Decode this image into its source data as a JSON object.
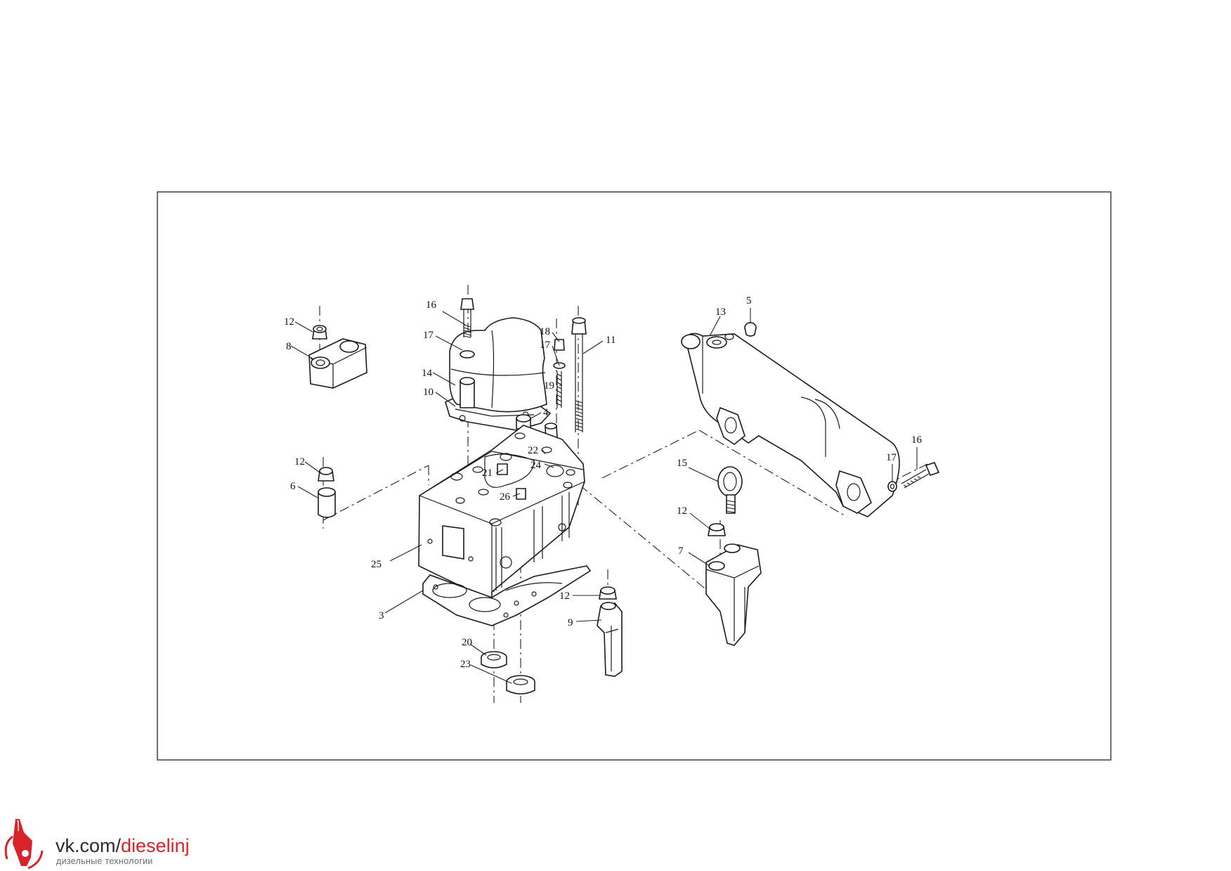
{
  "callouts": [
    {
      "id": "c1",
      "text": "16"
    },
    {
      "id": "c2",
      "text": "17"
    },
    {
      "id": "c3",
      "text": "14"
    },
    {
      "id": "c4",
      "text": "10"
    },
    {
      "id": "c5",
      "text": "18"
    },
    {
      "id": "c6",
      "text": "17"
    },
    {
      "id": "c7",
      "text": "19"
    },
    {
      "id": "c8",
      "text": "11"
    },
    {
      "id": "c9",
      "text": "4"
    },
    {
      "id": "c10",
      "text": "22"
    },
    {
      "id": "c11",
      "text": "24"
    },
    {
      "id": "c12",
      "text": "21"
    },
    {
      "id": "c13",
      "text": "26"
    },
    {
      "id": "c14",
      "text": "12"
    },
    {
      "id": "c15",
      "text": "8"
    },
    {
      "id": "c16",
      "text": "12"
    },
    {
      "id": "c17",
      "text": "6"
    },
    {
      "id": "c18",
      "text": "25"
    },
    {
      "id": "c19",
      "text": "3"
    },
    {
      "id": "c20",
      "text": "20"
    },
    {
      "id": "c21",
      "text": "23"
    },
    {
      "id": "c22",
      "text": "12"
    },
    {
      "id": "c23",
      "text": "9"
    },
    {
      "id": "c24",
      "text": "13"
    },
    {
      "id": "c25",
      "text": "5"
    },
    {
      "id": "c26",
      "text": "15"
    },
    {
      "id": "c27",
      "text": "12"
    },
    {
      "id": "c28",
      "text": "7"
    },
    {
      "id": "c29",
      "text": "17"
    },
    {
      "id": "c30",
      "text": "16"
    }
  ],
  "watermark": {
    "prefix": "vk.com/",
    "handle": "dieselinj",
    "subtitle": "дизельные технологии",
    "accent_color": "#d9232a"
  }
}
